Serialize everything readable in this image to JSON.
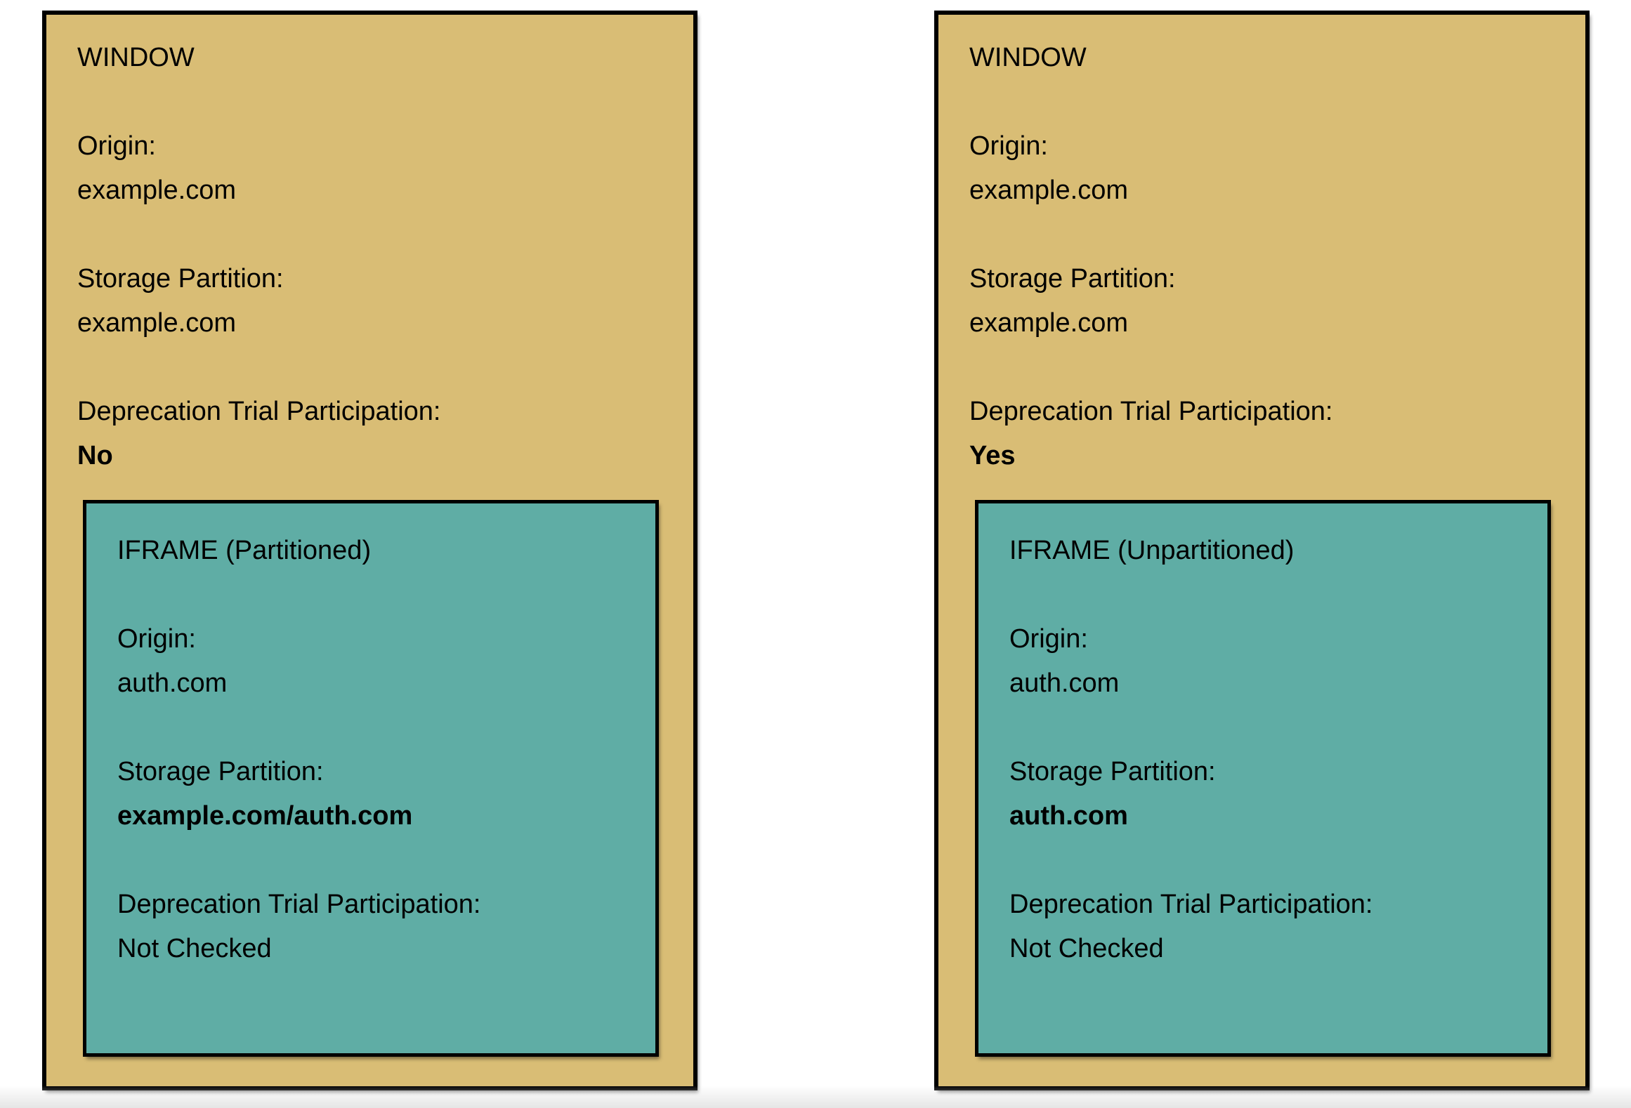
{
  "colors": {
    "page_background": "#FFFFFF",
    "window_background": "#D9BD75",
    "iframe_background": "#5FADA5",
    "border": "#000000"
  },
  "panels": [
    {
      "window_title": "WINDOW",
      "fields": [
        {
          "label": "Origin:",
          "value": "example.com"
        },
        {
          "label": "Storage Partition:",
          "value": "example.com"
        },
        {
          "label": "Deprecation Trial Participation:",
          "value": "No"
        }
      ],
      "iframe": {
        "title": "IFRAME (Partitioned)",
        "fields": [
          {
            "label": "Origin:",
            "value": "auth.com"
          },
          {
            "label": "Storage Partition:",
            "value": "example.com/auth.com"
          },
          {
            "label": "Deprecation Trial Participation:",
            "value": "Not Checked"
          }
        ]
      }
    },
    {
      "window_title": "WINDOW",
      "fields": [
        {
          "label": "Origin:",
          "value": "example.com"
        },
        {
          "label": "Storage Partition:",
          "value": "example.com"
        },
        {
          "label": "Deprecation Trial Participation:",
          "value": "Yes"
        }
      ],
      "iframe": {
        "title": "IFRAME (Unpartitioned)",
        "fields": [
          {
            "label": "Origin:",
            "value": "auth.com"
          },
          {
            "label": "Storage Partition:",
            "value": "auth.com"
          },
          {
            "label": "Deprecation Trial Participation:",
            "value": "Not Checked"
          }
        ]
      }
    }
  ]
}
